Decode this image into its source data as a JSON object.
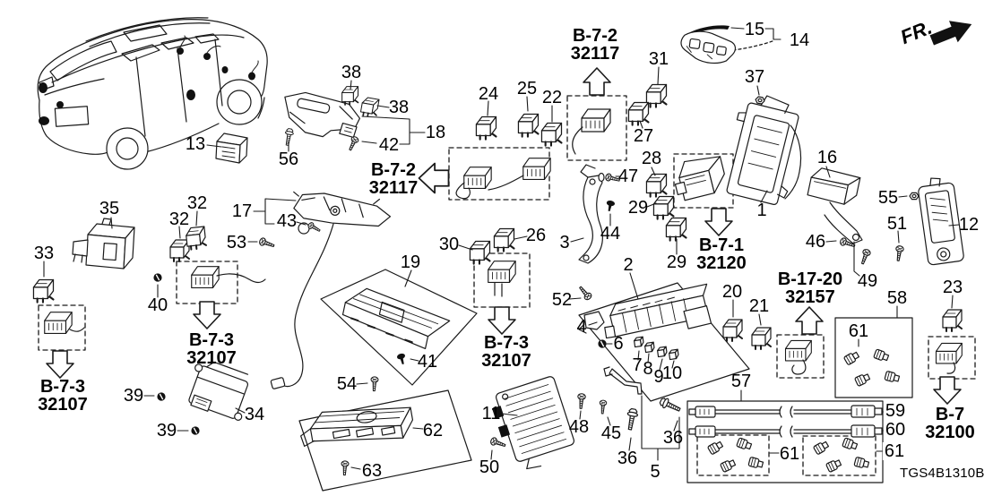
{
  "diagram_code": "TGS4B1310B",
  "fr_label": "FR.",
  "refs": {
    "b72": {
      "code": "B-7-2",
      "part": "32117"
    },
    "b71": {
      "code": "B-7-1",
      "part": "32120"
    },
    "b73": {
      "code": "B-7-3",
      "part": "32107"
    },
    "b1720": {
      "code": "B-17-20",
      "part": "32157"
    },
    "b7": {
      "code": "B-7",
      "part": "32100"
    }
  },
  "parts": {
    "1": "1",
    "2": "2",
    "3": "3",
    "4": "4",
    "5": "5",
    "6": "6",
    "7": "7",
    "8": "8",
    "9": "9",
    "10": "10",
    "11": "11",
    "12": "12",
    "13": "13",
    "14": "14",
    "15": "15",
    "16": "16",
    "17": "17",
    "18": "18",
    "19": "19",
    "20": "20",
    "21": "21",
    "22": "22",
    "23": "23",
    "24": "24",
    "25": "25",
    "26": "26",
    "27": "27",
    "28": "28",
    "29": "29",
    "30": "30",
    "31": "31",
    "32": "32",
    "33": "33",
    "34": "34",
    "35": "35",
    "36": "36",
    "37": "37",
    "38": "38",
    "39": "39",
    "40": "40",
    "41": "41",
    "42": "42",
    "43": "43",
    "44": "44",
    "45": "45",
    "46": "46",
    "47": "47",
    "48": "48",
    "49": "49",
    "50": "50",
    "51": "51",
    "52": "52",
    "53": "53",
    "54": "54",
    "55": "55",
    "56": "56",
    "57": "57",
    "58": "58",
    "59": "59",
    "60": "60",
    "61": "61",
    "62": "62",
    "63": "63"
  }
}
